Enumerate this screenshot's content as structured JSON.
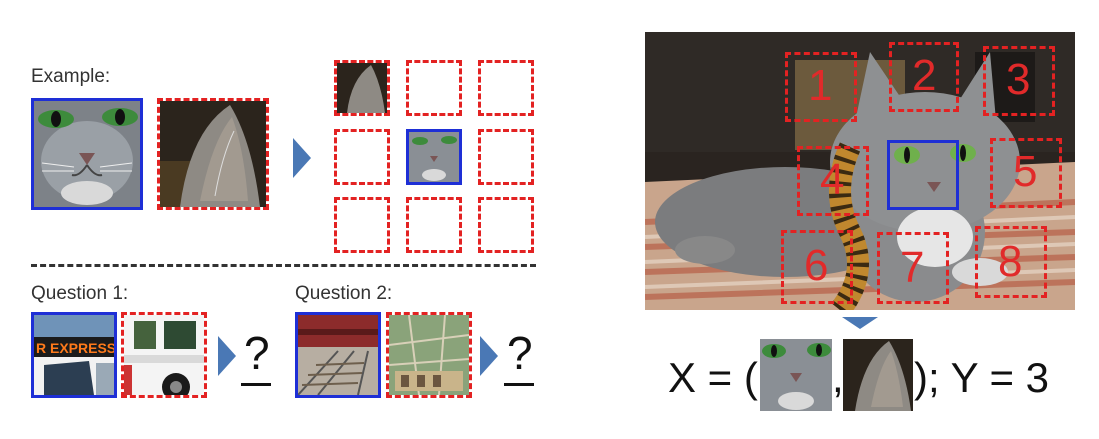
{
  "example": {
    "label": "Example:"
  },
  "questions": [
    {
      "label": "Question 1:",
      "answer": "?"
    },
    {
      "label": "Question 2:",
      "answer": "?"
    }
  ],
  "bus_sign": "R EXPRESS",
  "grid_numbers": [
    "1",
    "2",
    "3",
    "4",
    "5",
    "6",
    "7",
    "8"
  ],
  "formula": {
    "x_prefix": "X = (",
    "comma": ",",
    "suffix": "); Y = 3"
  },
  "colors": {
    "center_box": "#1e2fd6",
    "patch_box": "#e32222",
    "arrow": "#4a78b5"
  }
}
